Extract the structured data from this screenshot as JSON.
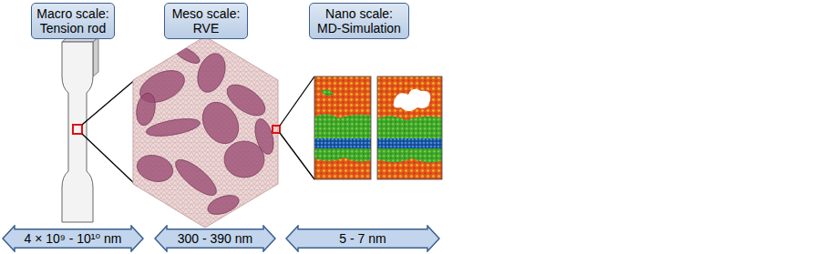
{
  "diagram": {
    "nodes": [
      {
        "text": [
          "Macro scale: Tension rod"
        ]
      },
      {
        "text": [
          "Meso scale: RVE"
        ]
      },
      {
        "text": [
          "Nano scale: MD-Simulation"
        ]
      },
      {
        "text": [
          "4 × 10⁹ - 10¹⁰ nm"
        ]
      },
      {
        "text": [
          "300 - 390 nm"
        ]
      },
      {
        "text": [
          "5 - 7 nm"
        ]
      }
    ]
  }
}
